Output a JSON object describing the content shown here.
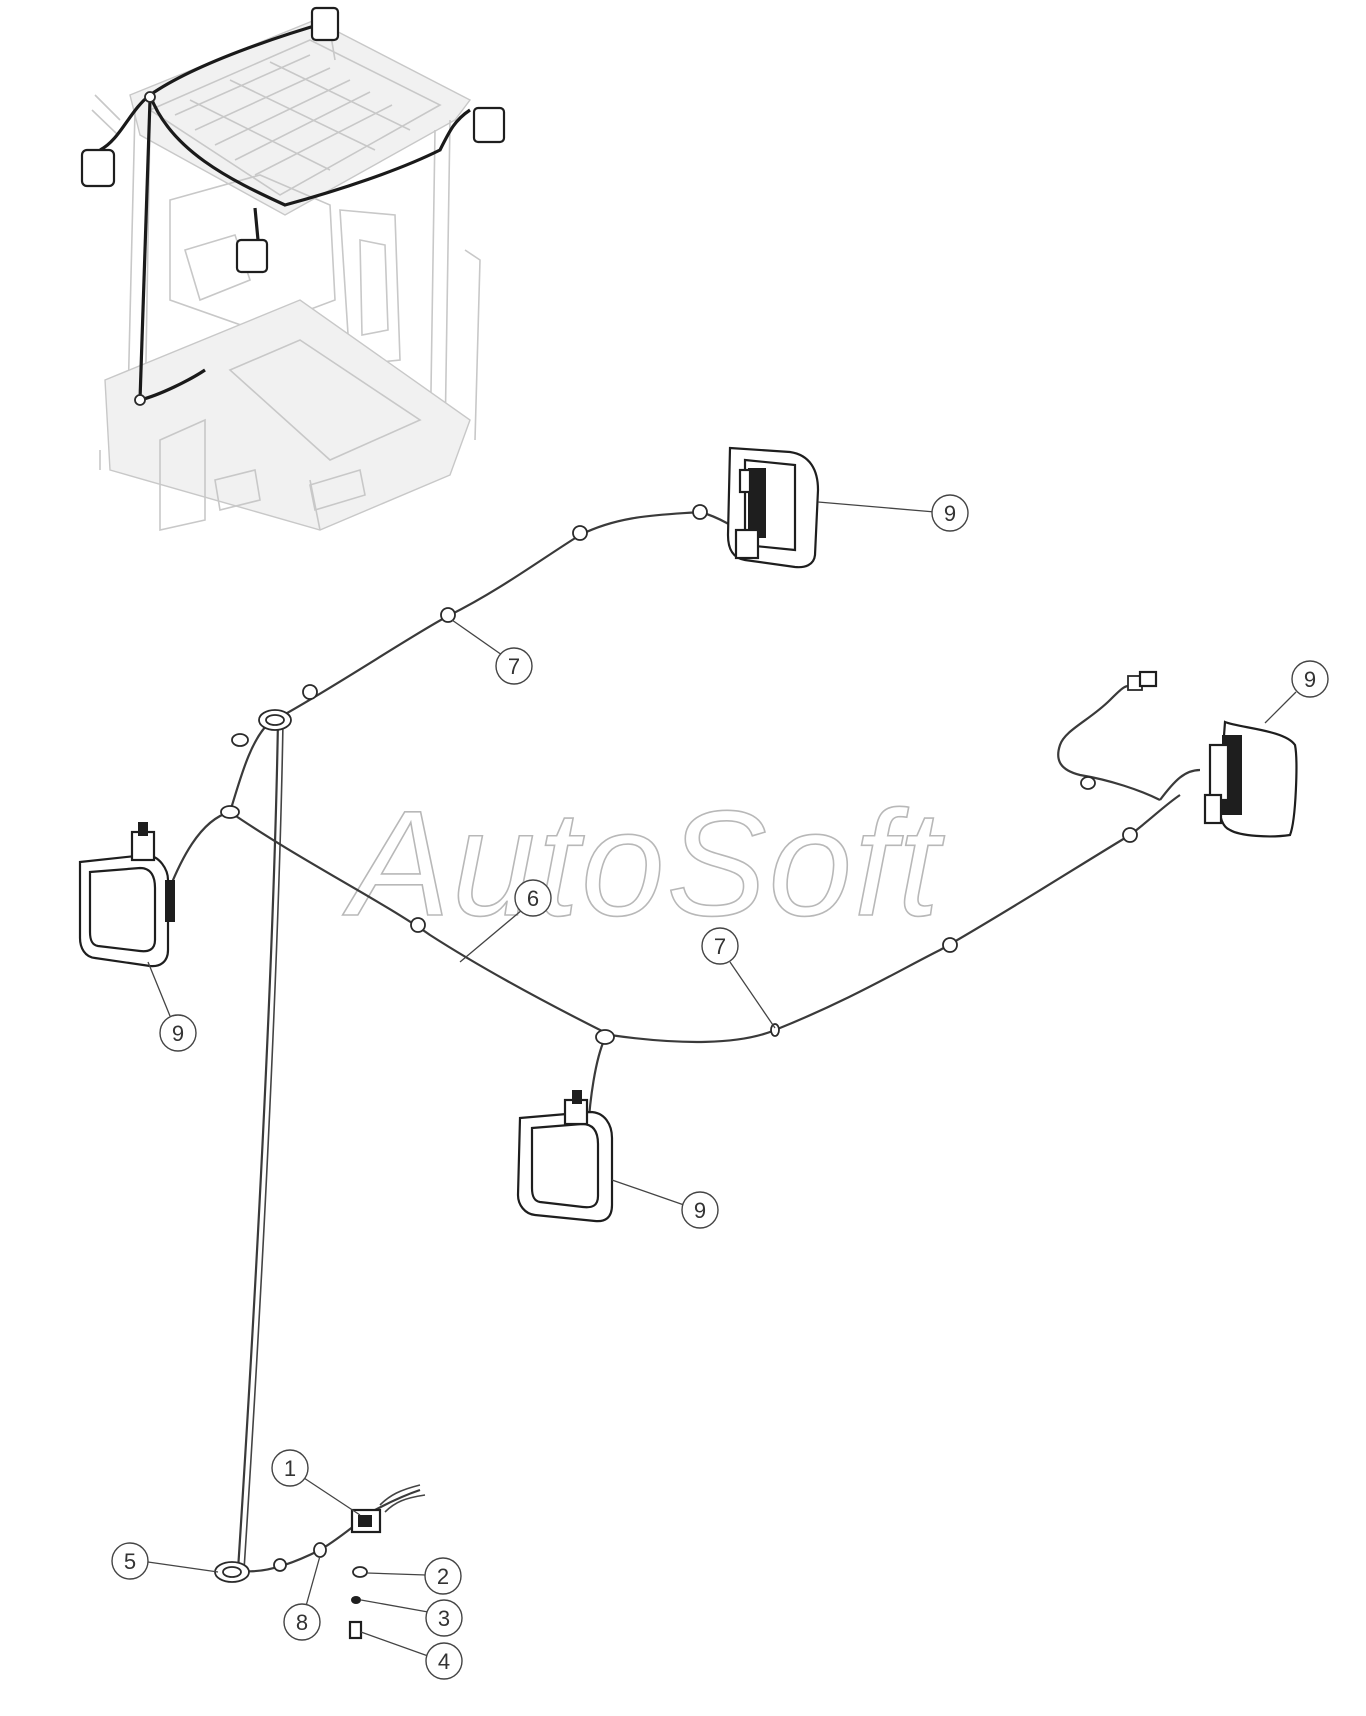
{
  "watermark": {
    "text": "AutoSoft",
    "color": "#b8b8b8"
  },
  "callouts": [
    "1",
    "2",
    "3",
    "4",
    "5",
    "6",
    "7",
    "7",
    "8",
    "9",
    "9",
    "9",
    "9"
  ],
  "colors": {
    "line": "#1e1e1e",
    "ghost": "#c8c8c8",
    "bubble_stroke": "#444444"
  }
}
